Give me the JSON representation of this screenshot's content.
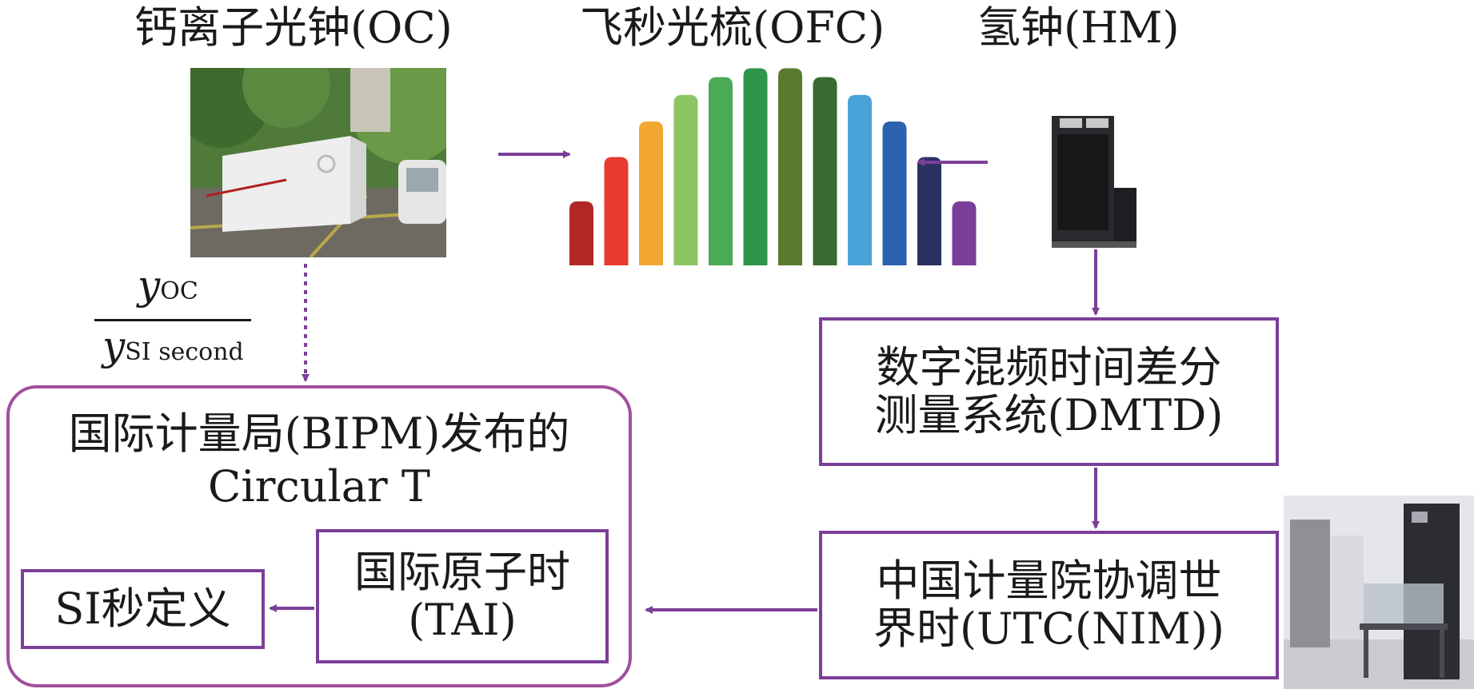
{
  "labels": {
    "oc_title": "钙离子光钟(OC)",
    "ofc_title": "飞秒光梳(OFC)",
    "hm_title": "氢钟(HM)"
  },
  "fraction": {
    "numerator_var": "y",
    "numerator_sub": "OC",
    "denominator_var": "y",
    "denominator_sub": "SI second"
  },
  "boxes": {
    "dmtd_line1": "数字混频时间差分",
    "dmtd_line2": "测量系统(DMTD)",
    "utc_line1": "中国计量院协调世",
    "utc_line2": "界时(UTC(NIM))",
    "circular_line1": "国际计量局(BIPM)发布的",
    "circular_line2": "Circular T",
    "tai_line1": "国际原子时",
    "tai_line2": "(TAI)",
    "si_label": "SI秒定义"
  },
  "comb_colors": [
    "#b32626",
    "#e83a2e",
    "#f2a830",
    "#8cc664",
    "#4aaa55",
    "#2f9448",
    "#5a7a30",
    "#3b6a30",
    "#4aa3d8",
    "#2d62ae",
    "#2a3060",
    "#7a3d9a"
  ],
  "colors": {
    "accent": "#7b3f98",
    "rounded_border": "#a1509c"
  }
}
